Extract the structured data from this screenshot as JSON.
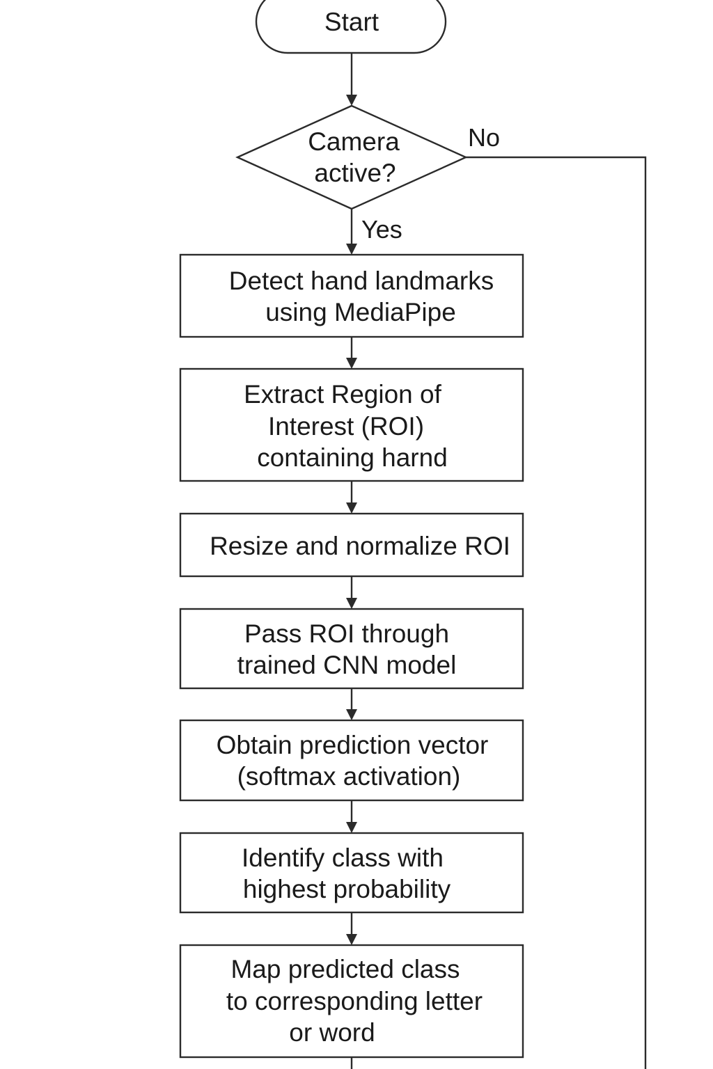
{
  "flowchart": {
    "start": {
      "label": "Start"
    },
    "decision": {
      "lines": [
        "Camera",
        "active?"
      ],
      "yes_label": "Yes",
      "no_label": "No"
    },
    "steps": [
      {
        "lines": [
          "Detect hand landmarks",
          "using MediaPipe"
        ]
      },
      {
        "lines": [
          "Extract Region of",
          "Interest (ROI)",
          "containing harnd"
        ]
      },
      {
        "lines": [
          "Resize and normalize ROI"
        ]
      },
      {
        "lines": [
          "Pass ROI through",
          "trained CNN model"
        ]
      },
      {
        "lines": [
          "Obtain prediction vector",
          "(softmax activation)"
        ]
      },
      {
        "lines": [
          "Identify class with",
          "highest probability"
        ]
      },
      {
        "lines": [
          "Map predicted class",
          "to corresponding letter",
          "or word"
        ]
      }
    ]
  }
}
